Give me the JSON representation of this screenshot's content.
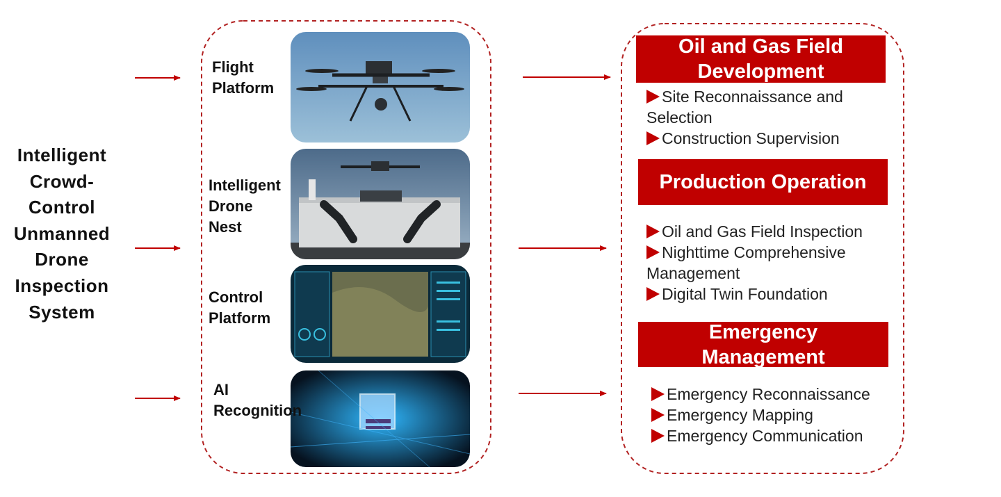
{
  "system_title": [
    "Intelligent",
    "Crowd-",
    "Control",
    "Unmanned",
    "Drone",
    "Inspection",
    "System"
  ],
  "components": [
    {
      "label": [
        "Flight",
        "Platform"
      ]
    },
    {
      "label": [
        "Intelligent",
        "Drone",
        "Nest"
      ]
    },
    {
      "label": [
        "Control",
        "Platform"
      ]
    },
    {
      "label": [
        "AI",
        "Recognition"
      ]
    }
  ],
  "categories": [
    {
      "title": [
        "Oil and Gas Field",
        "Development"
      ],
      "items": [
        "Site Reconnaissance and Selection",
        "Construction Supervision"
      ]
    },
    {
      "title": [
        "Production Operation"
      ],
      "items": [
        "Oil and Gas Field Inspection",
        "Nighttime Comprehensive Management",
        "Digital Twin Foundation"
      ]
    },
    {
      "title": [
        "Emergency",
        "Management"
      ],
      "items": [
        "Emergency Reconnaissance",
        "Emergency Mapping",
        "Emergency Communication"
      ]
    }
  ],
  "colors": {
    "accent": "#c00000",
    "dashed_border": "#b22222"
  }
}
